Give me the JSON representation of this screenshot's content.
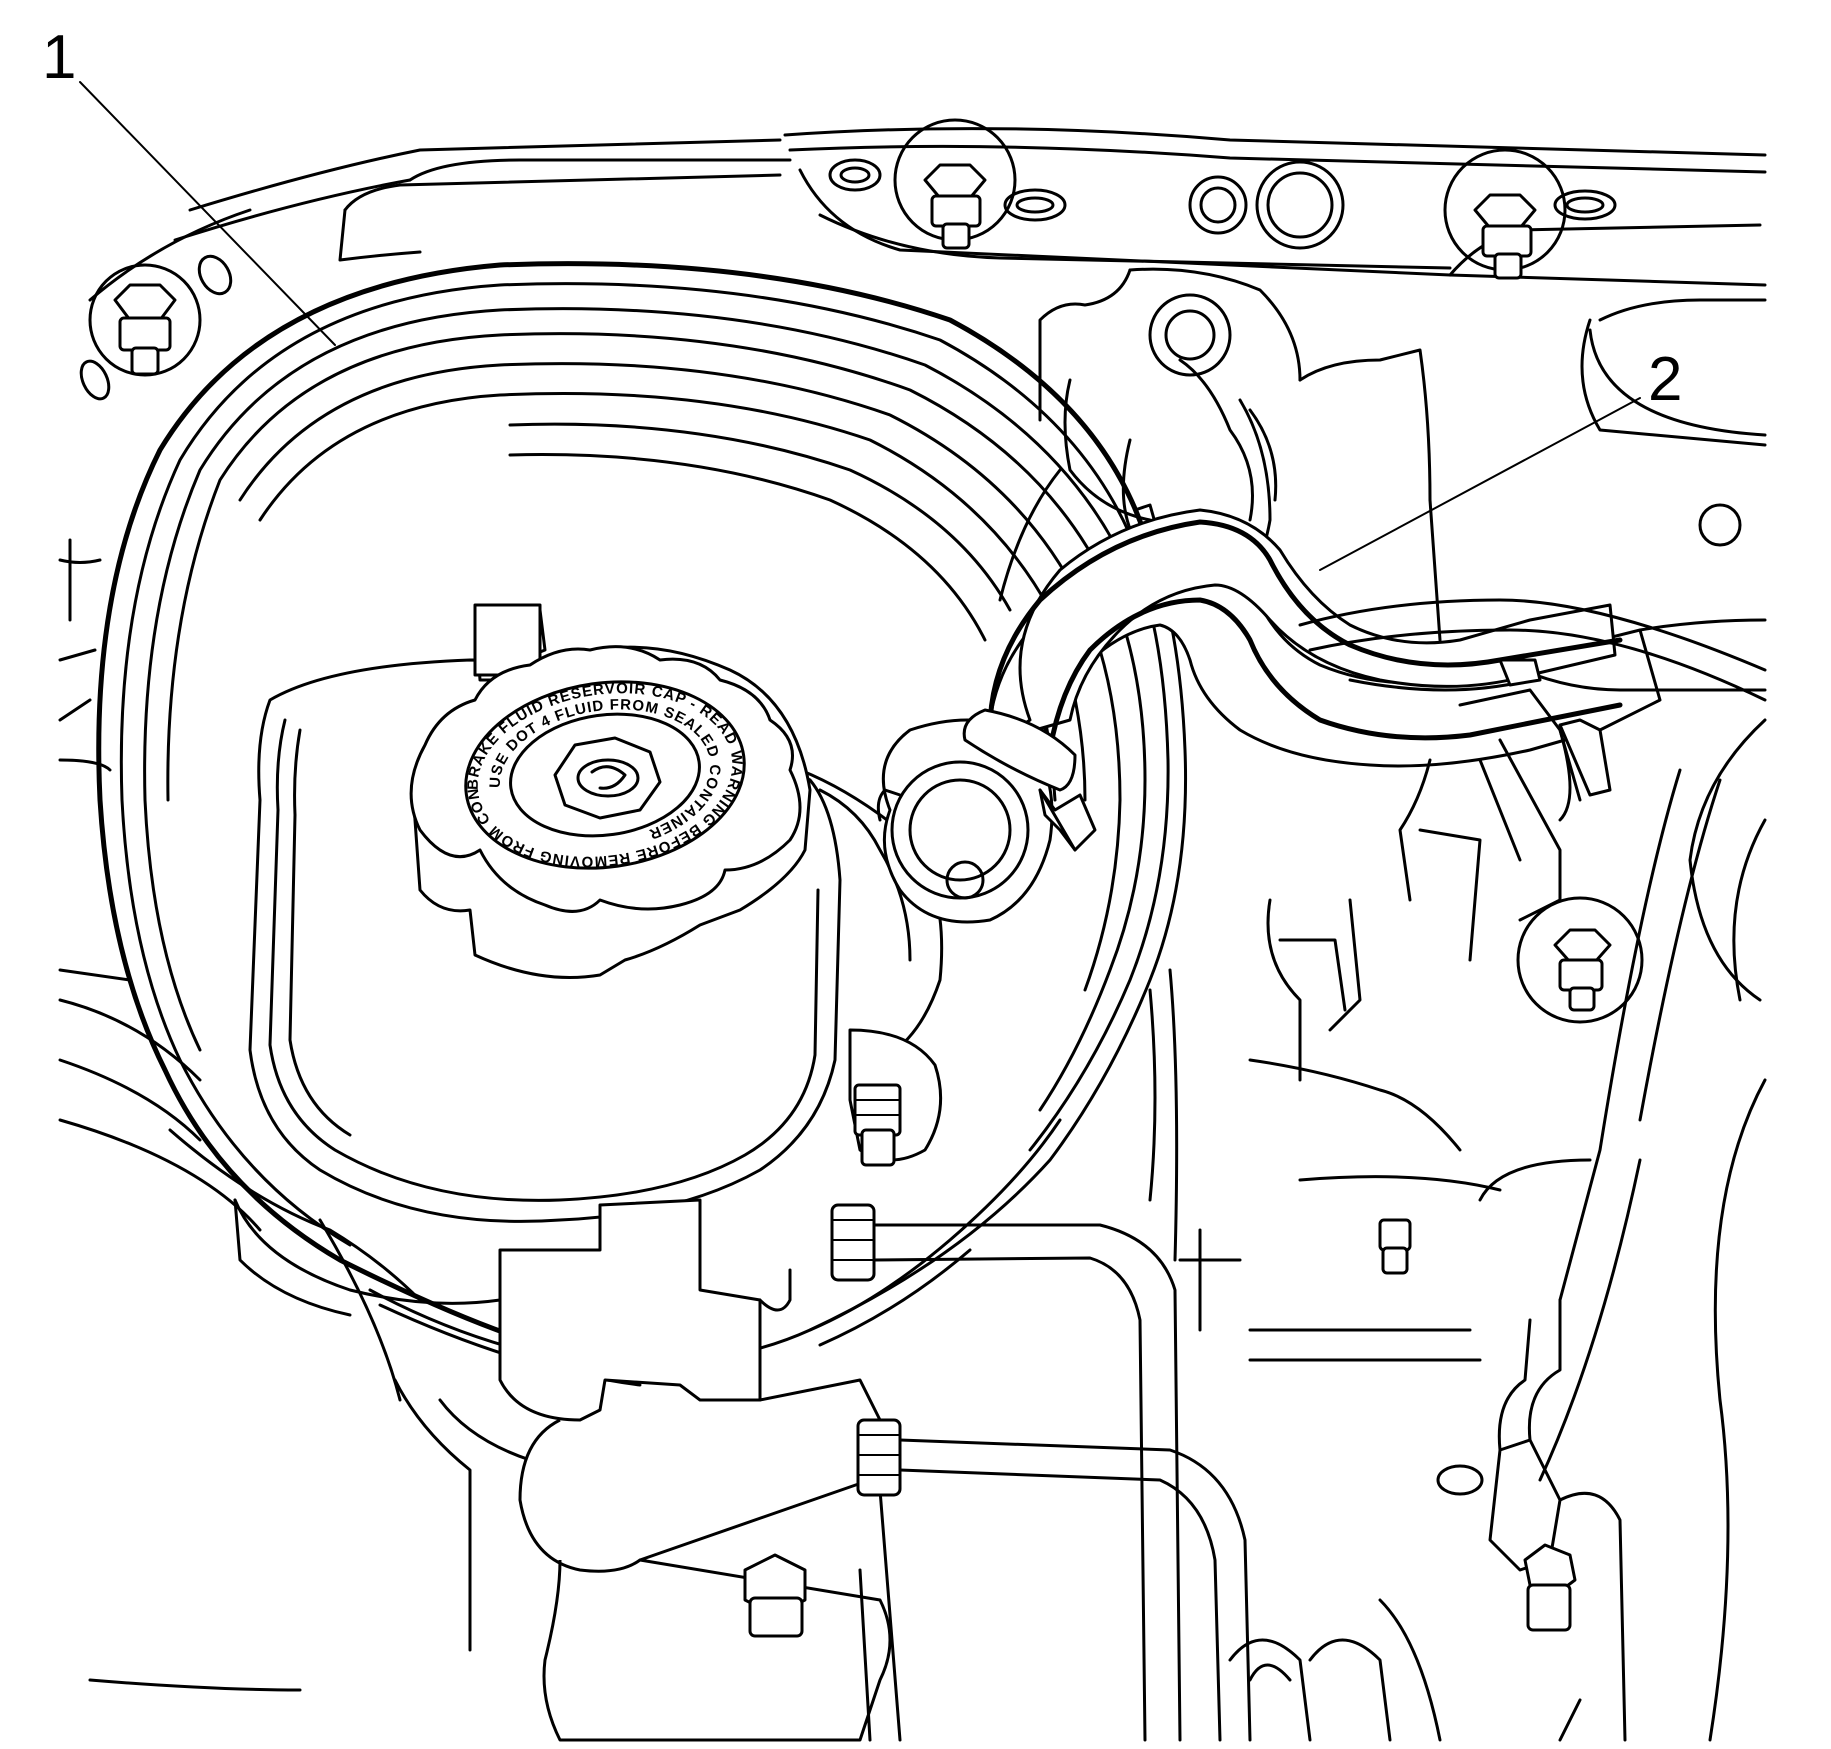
{
  "callouts": [
    {
      "label": "1"
    },
    {
      "label": "2"
    }
  ],
  "cap_text": {
    "outer": "BRAKE FLUID RESERVOIR CAP - READ WARNING BEFORE REMOVING FROM CONTAINER",
    "inner": "USE DOT 4 FLUID FROM SEALED CONTAINER"
  }
}
